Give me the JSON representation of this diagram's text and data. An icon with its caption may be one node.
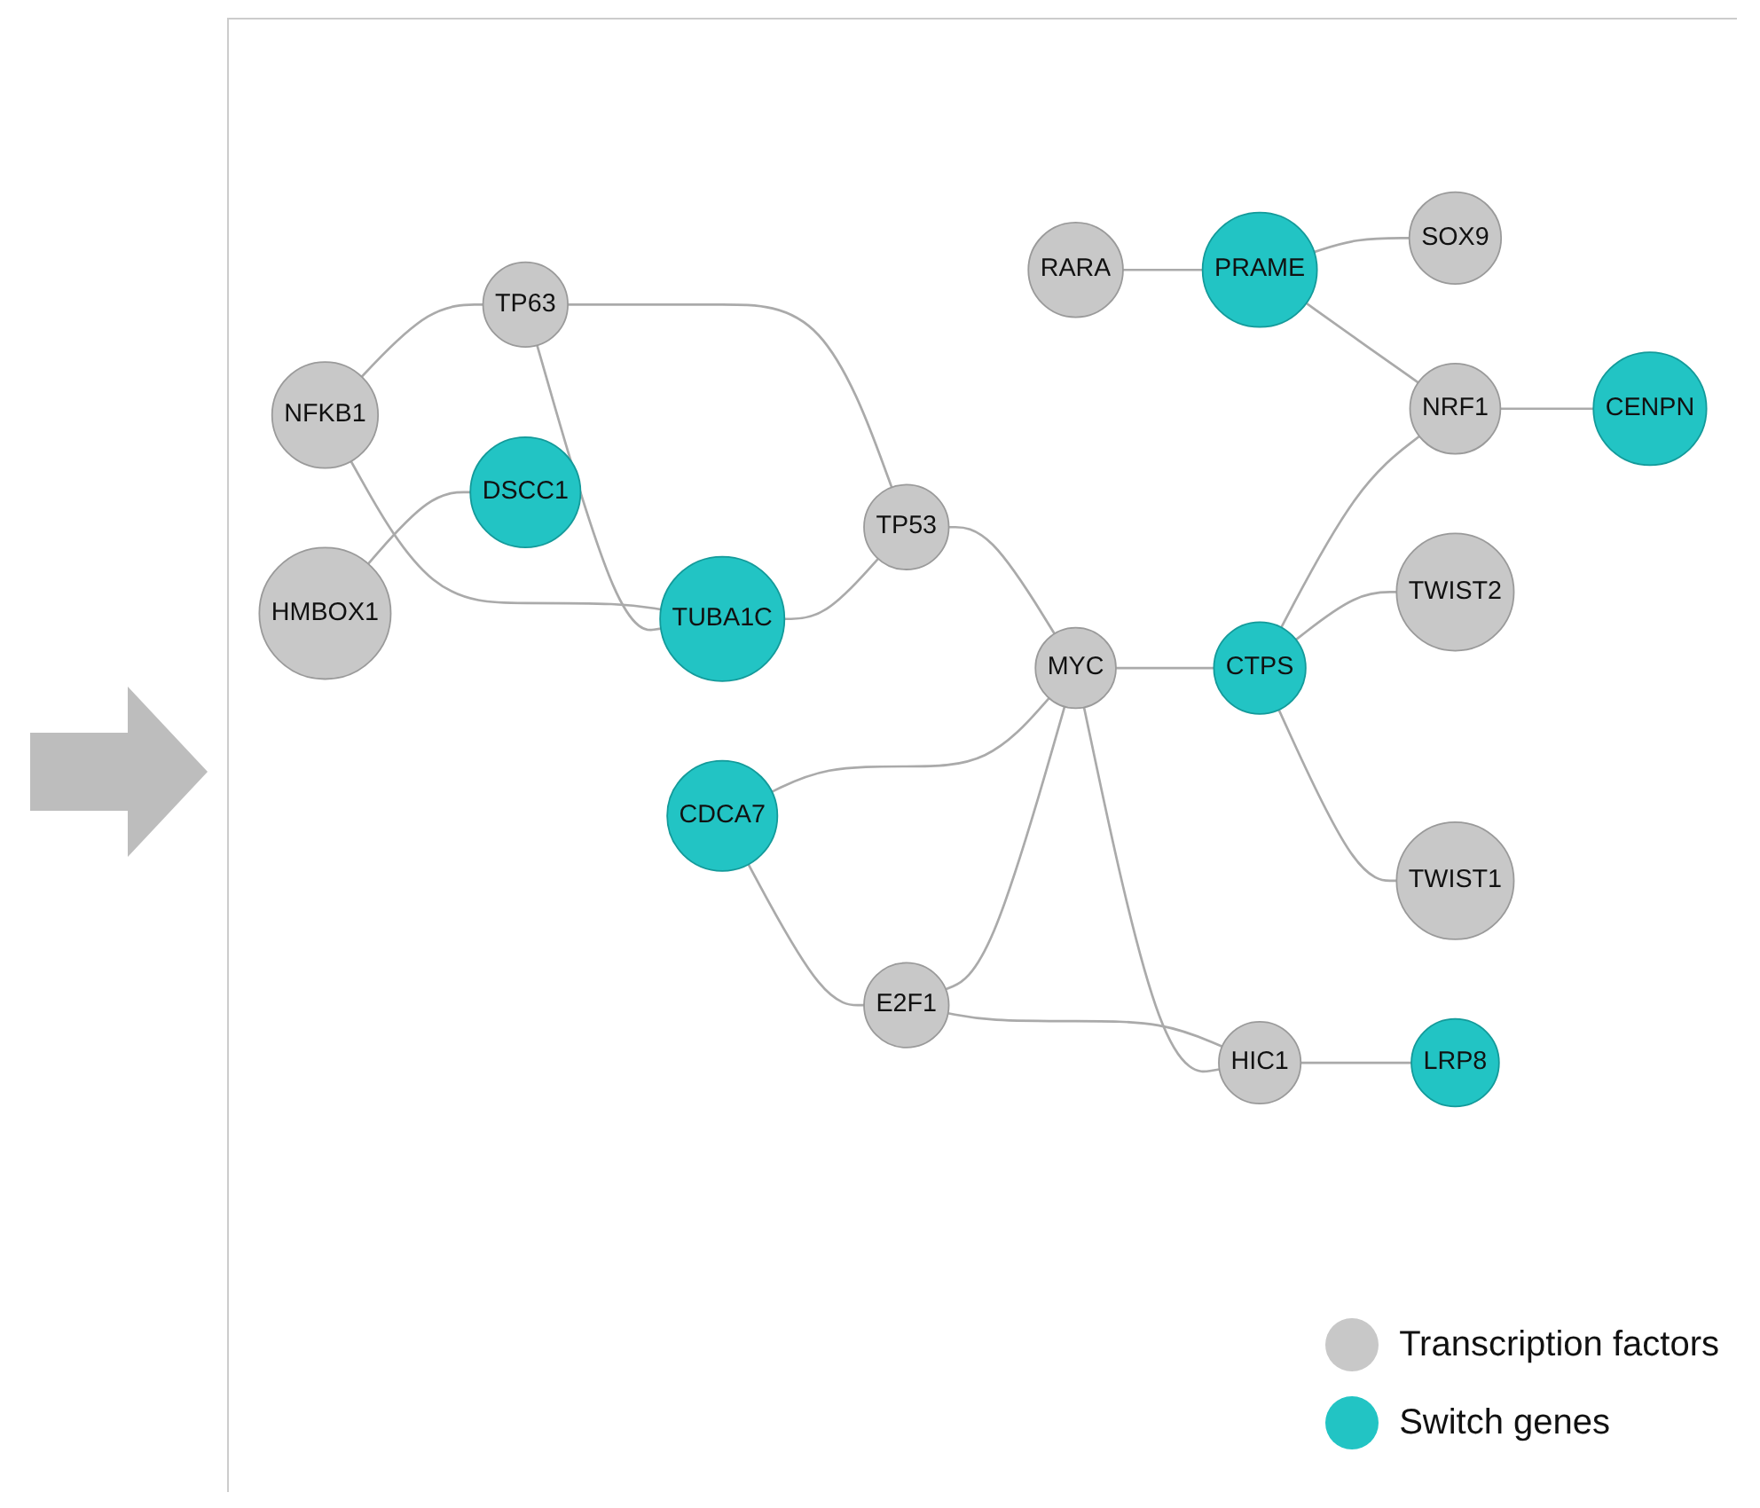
{
  "diagram": {
    "nodes": [
      {
        "text": [
          "NFKB1"
        ]
      },
      {
        "text": [
          "TUBA1C"
        ]
      },
      {
        "text": [
          "TP63"
        ]
      },
      {
        "text": [
          "HMBOX1"
        ]
      },
      {
        "text": [
          "RARA"
        ]
      },
      {
        "text": [
          "DSCC1"
        ]
      },
      {
        "text": [
          "TP53"
        ]
      },
      {
        "text": [
          "PRAME"
        ]
      },
      {
        "text": [
          "SOX9"
        ]
      },
      {
        "text": [
          "CDCA7"
        ]
      },
      {
        "text": [
          "NRF1"
        ]
      },
      {
        "text": [
          "E2F1"
        ]
      },
      {
        "text": [
          "MYC"
        ]
      },
      {
        "text": [
          "CTPS"
        ]
      },
      {
        "text": [
          "CENPN"
        ]
      },
      {
        "text": [
          "HIC1"
        ]
      },
      {
        "text": [
          "TWIST2"
        ]
      },
      {
        "text": [
          "TWIST1"
        ]
      },
      {
        "text": [
          "LRP8"
        ]
      }
    ],
    "edges": [
      {
        "from": 0,
        "to": 2,
        "arrow": "none"
      },
      {
        "from": 0,
        "to": 1,
        "arrow": "none"
      },
      {
        "from": 2,
        "to": 1,
        "arrow": "none"
      },
      {
        "from": 2,
        "to": 6,
        "arrow": "none"
      },
      {
        "from": 1,
        "to": 6,
        "arrow": "none"
      },
      {
        "from": 6,
        "to": 12,
        "arrow": "none"
      },
      {
        "from": 3,
        "to": 5,
        "arrow": "none"
      },
      {
        "from": 4,
        "to": 7,
        "arrow": "none"
      },
      {
        "from": 7,
        "to": 8,
        "arrow": "none"
      },
      {
        "from": 7,
        "to": 10,
        "arrow": "none"
      },
      {
        "from": 9,
        "to": 11,
        "arrow": "none"
      },
      {
        "from": 9,
        "to": 12,
        "arrow": "none"
      },
      {
        "from": 11,
        "to": 12,
        "arrow": "none"
      },
      {
        "from": 12,
        "to": 13,
        "arrow": "none"
      },
      {
        "from": 13,
        "to": 10,
        "arrow": "none"
      },
      {
        "from": 10,
        "to": 14,
        "arrow": "none"
      },
      {
        "from": 11,
        "to": 15,
        "arrow": "none"
      },
      {
        "from": 12,
        "to": 15,
        "arrow": "none"
      },
      {
        "from": 15,
        "to": 18,
        "arrow": "none"
      },
      {
        "from": 13,
        "to": 16,
        "arrow": "none"
      },
      {
        "from": 13,
        "to": 17,
        "arrow": "none"
      }
    ],
    "legend": [
      {
        "text": "Transcription factors",
        "color": "#c8c8c8"
      },
      {
        "text": "Switch genes",
        "color": "#22c4c4"
      }
    ]
  }
}
